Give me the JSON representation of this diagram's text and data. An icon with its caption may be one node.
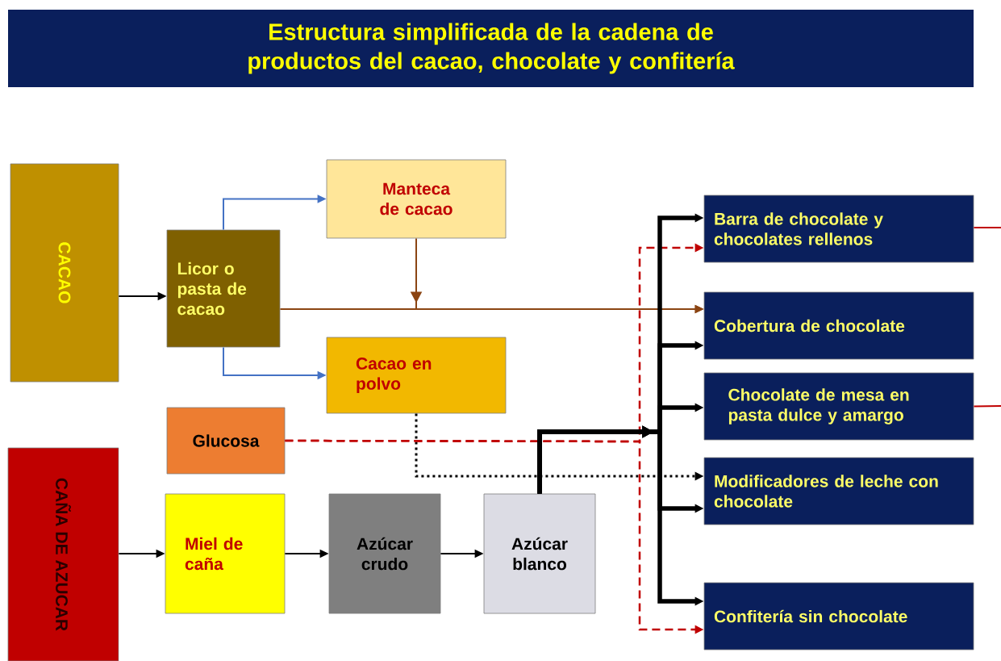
{
  "diagram": {
    "title": "Estructura simplificada de la cadena de productos del cacao, chocolate y confitería",
    "nodes": [
      {
        "text": [
          "CACAO"
        ]
      },
      {
        "text": [
          "Licor o pasta de cacao"
        ]
      },
      {
        "text": [
          "Manteca de cacao"
        ]
      },
      {
        "text": [
          "Cacao en polvo"
        ]
      },
      {
        "text": [
          "Glucosa"
        ]
      },
      {
        "text": [
          "CAÑA DE AZUCAR"
        ]
      },
      {
        "text": [
          "Miel de caña"
        ]
      },
      {
        "text": [
          "Azúcar crudo"
        ]
      },
      {
        "text": [
          "Azúcar blanco"
        ]
      },
      {
        "text": [
          "Barra de chocolate y chocolates rellenos"
        ]
      },
      {
        "text": [
          "Cobertura de chocolate"
        ]
      },
      {
        "text": [
          "Chocolate de mesa en pasta dulce y amargo"
        ]
      },
      {
        "text": [
          "Modificadores de leche con chocolate"
        ]
      },
      {
        "text": [
          "Confitería sin chocolate"
        ]
      }
    ],
    "edges": [
      {
        "from": 0,
        "to": 1,
        "arrow": "to"
      },
      {
        "from": 1,
        "to": 2,
        "arrow": "to",
        "color": "#4472c4"
      },
      {
        "from": 1,
        "to": 3,
        "arrow": "to",
        "color": "#4472c4"
      },
      {
        "from": 1,
        "to": 10,
        "arrow": "to",
        "color": "#8b4513"
      },
      {
        "from": 2,
        "to": 10,
        "arrow": "to",
        "color": "#8b4513"
      },
      {
        "from": 3,
        "to": 12,
        "arrow": "to",
        "style": "dashed"
      },
      {
        "from": 4,
        "to": 9,
        "arrow": "to",
        "style": "dashed",
        "color": "#c00000"
      },
      {
        "from": 4,
        "to": 13,
        "arrow": "to",
        "style": "dashed",
        "color": "#c00000"
      },
      {
        "from": 8,
        "to": 9,
        "arrow": "to",
        "style": "thick"
      },
      {
        "from": 8,
        "to": 10,
        "arrow": "to",
        "style": "thick"
      },
      {
        "from": 8,
        "to": 11,
        "arrow": "to",
        "style": "thick"
      },
      {
        "from": 8,
        "to": 12,
        "arrow": "to",
        "style": "thick"
      },
      {
        "from": 8,
        "to": 13,
        "arrow": "to",
        "style": "thick"
      },
      {
        "from": 5,
        "to": 6,
        "arrow": "to"
      },
      {
        "from": 6,
        "to": 7,
        "arrow": "to"
      },
      {
        "from": 7,
        "to": 8,
        "arrow": "to"
      },
      {
        "from": 9,
        "to": null,
        "arrow": "none",
        "color": "#c00000"
      },
      {
        "from": 11,
        "to": null,
        "arrow": "none",
        "color": "#c00000"
      }
    ]
  }
}
